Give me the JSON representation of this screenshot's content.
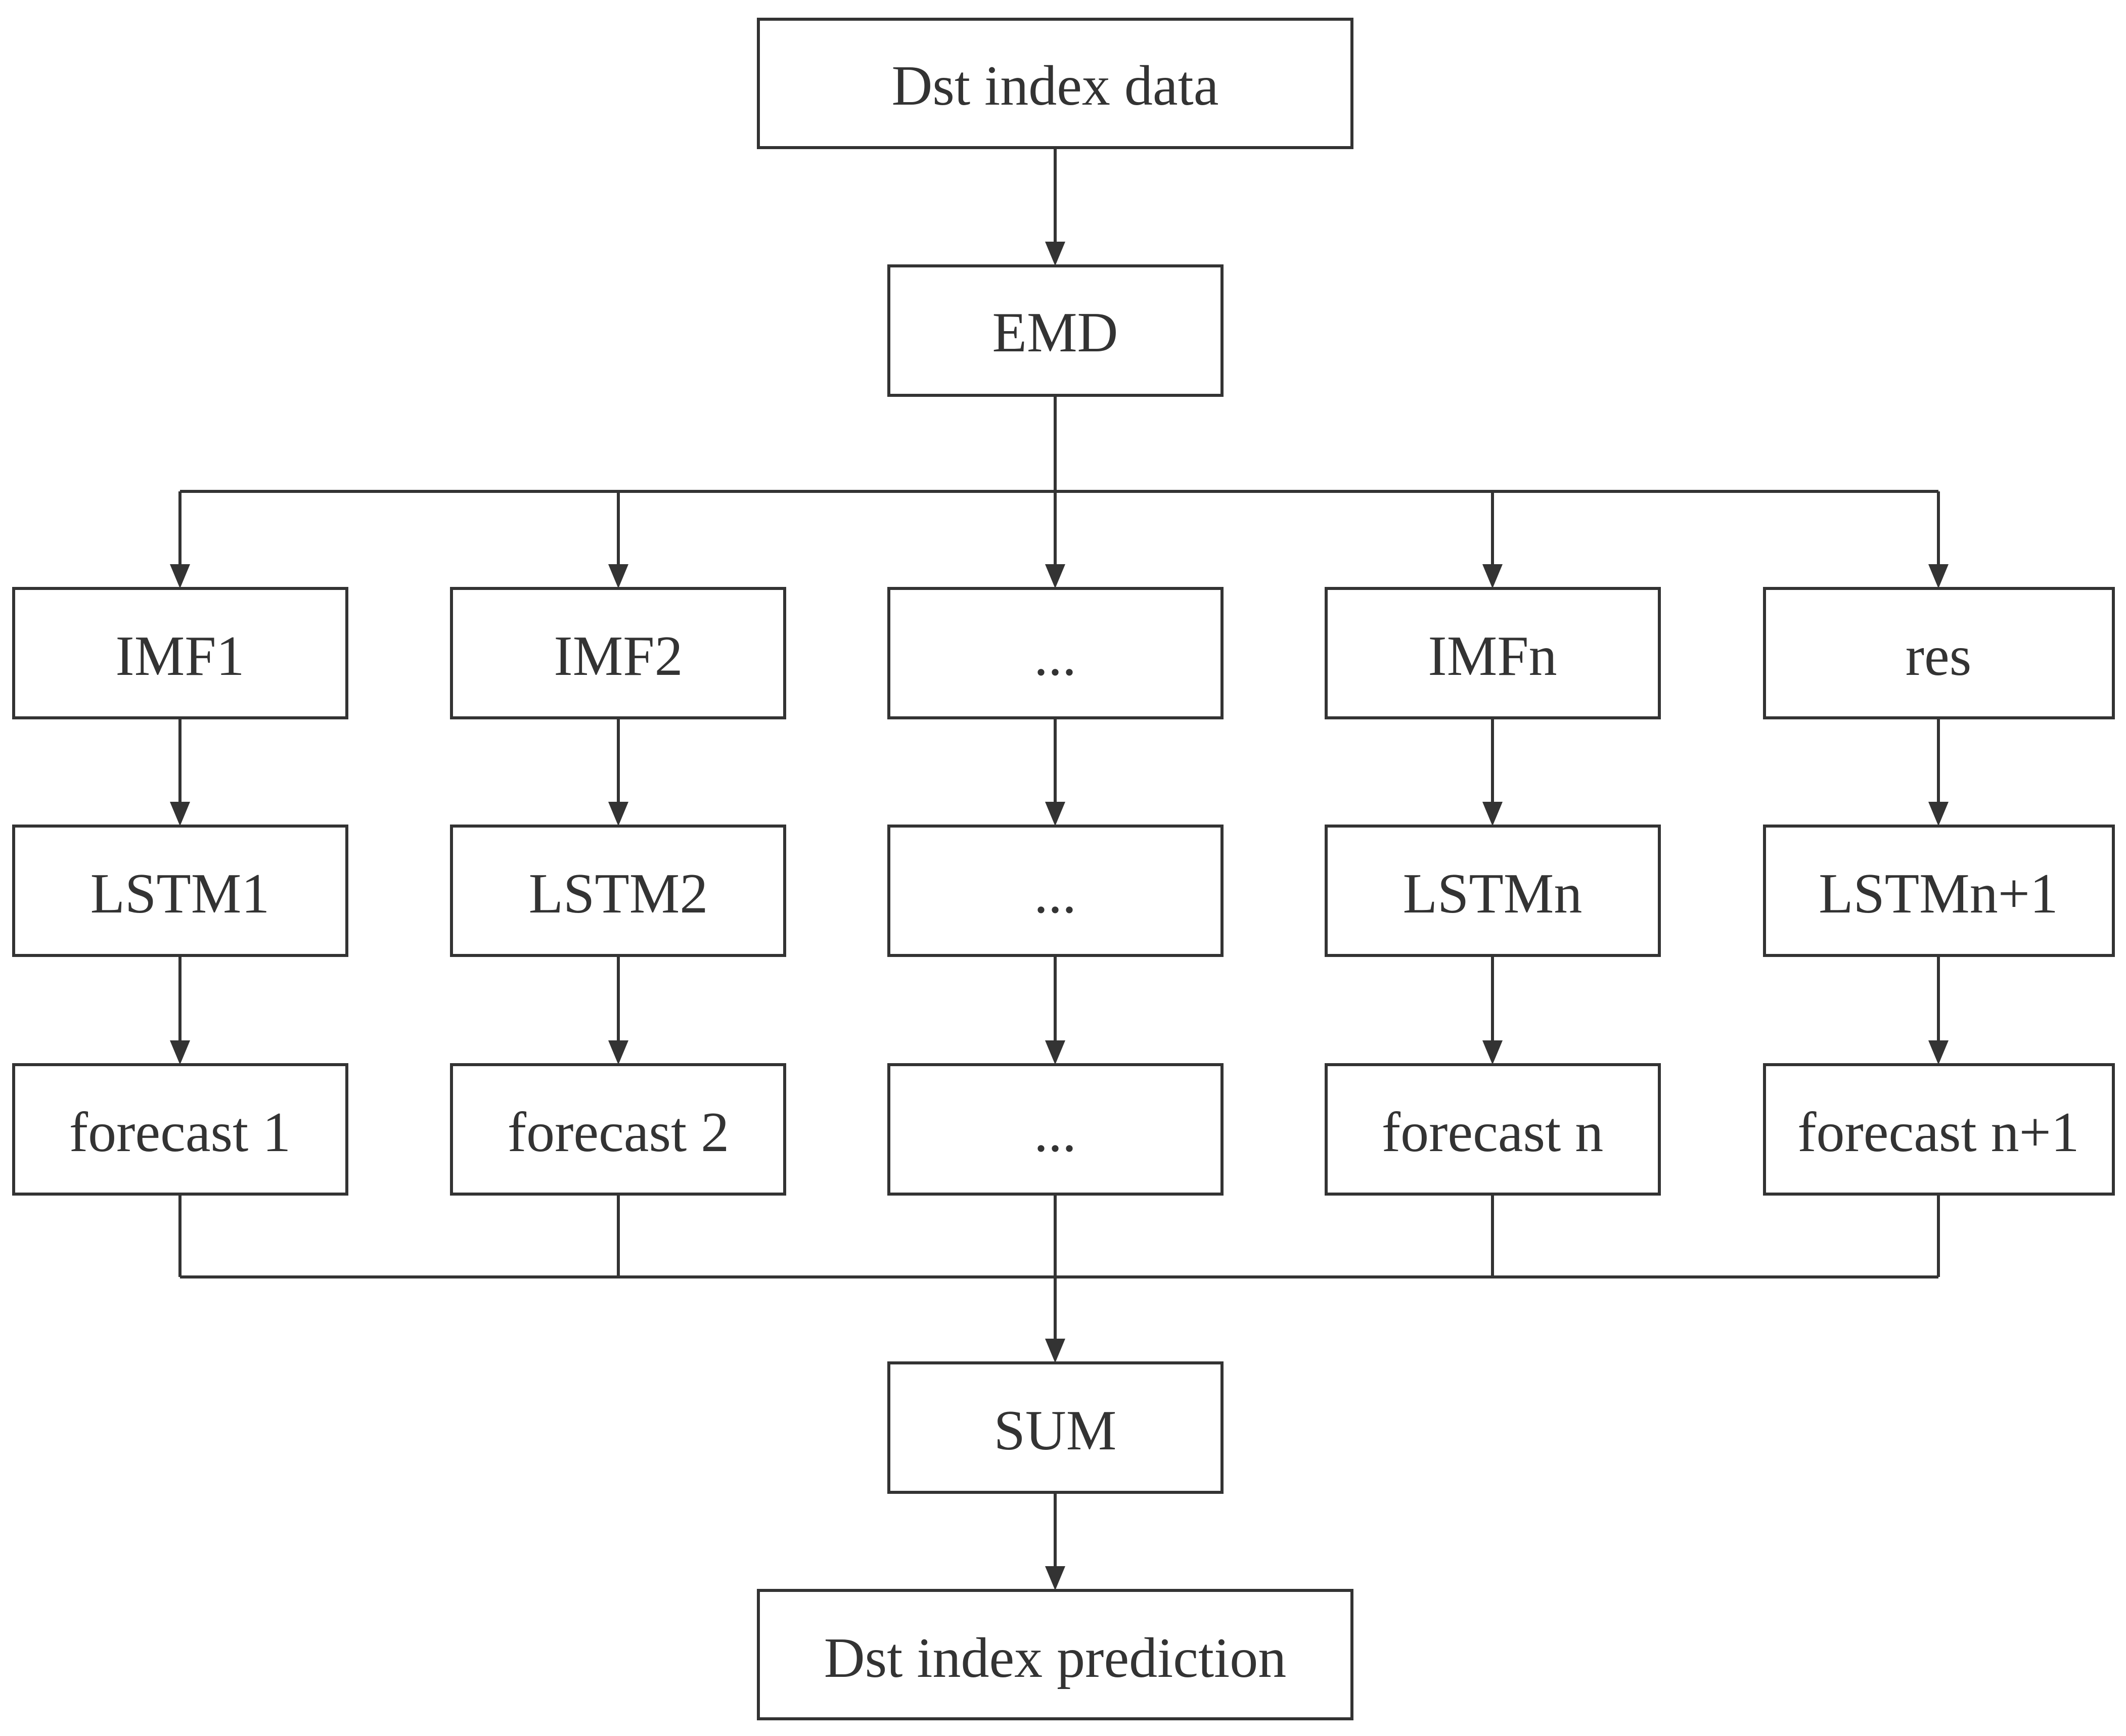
{
  "nodes": {
    "top": {
      "label": "Dst index data"
    },
    "emd": {
      "label": "EMD"
    },
    "imf1": {
      "label": "IMF1"
    },
    "imf2": {
      "label": "IMF2"
    },
    "imf_dots": {
      "label": "..."
    },
    "imfn": {
      "label": "IMFn"
    },
    "res": {
      "label": "res"
    },
    "lstm1": {
      "label": "LSTM1"
    },
    "lstm2": {
      "label": "LSTM2"
    },
    "lstm_dots": {
      "label": "..."
    },
    "lstmn": {
      "label": "LSTMn"
    },
    "lstmn1": {
      "label": "LSTMn+1"
    },
    "fc1": {
      "label": "forecast 1"
    },
    "fc2": {
      "label": "forecast 2"
    },
    "fc_dots": {
      "label": "..."
    },
    "fcn": {
      "label": "forecast n"
    },
    "fcn1": {
      "label": "forecast n+1"
    },
    "sum": {
      "label": "SUM"
    },
    "bottom": {
      "label": "Dst index prediction"
    }
  },
  "colors": {
    "stroke": "#333333",
    "background": "#ffffff"
  }
}
